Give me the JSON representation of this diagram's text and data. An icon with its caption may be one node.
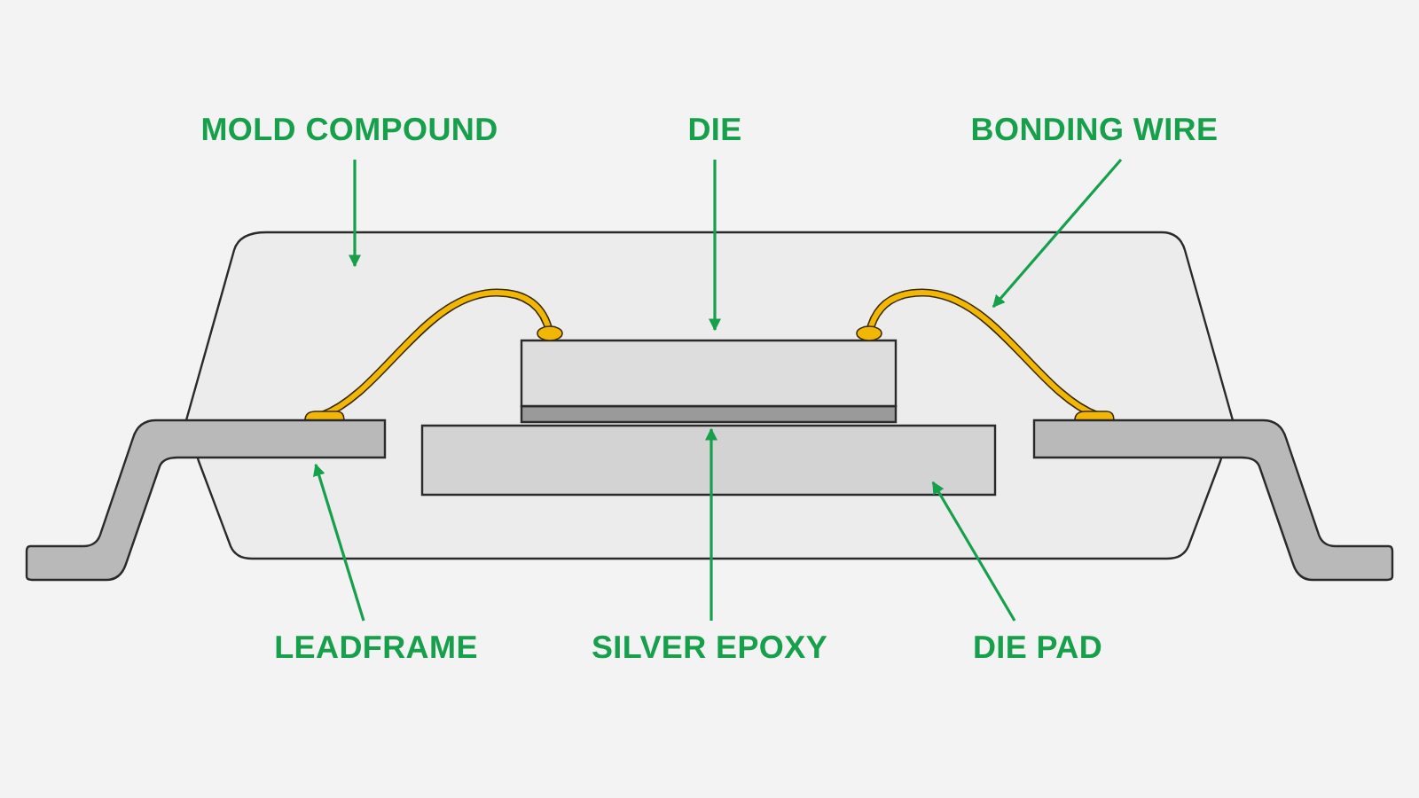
{
  "diagram": {
    "nodes": [
      {
        "text": [
          "MOLD COMPOUND"
        ]
      },
      {
        "text": [
          "DIE"
        ]
      },
      {
        "text": [
          "BONDING WIRE"
        ]
      },
      {
        "text": [
          "LEADFRAME"
        ]
      },
      {
        "text": [
          "SILVER EPOXY"
        ]
      },
      {
        "text": [
          "DIE PAD"
        ]
      },
      {
        "text": [],
        "shape": "box"
      },
      {
        "text": [],
        "shape": "box",
        "in": 6
      },
      {
        "text": [],
        "shape": "line",
        "in": 6
      },
      {
        "text": [],
        "shape": "bar"
      },
      {
        "text": [],
        "shape": "bar",
        "in": 6
      },
      {
        "text": [],
        "shape": "bar",
        "in": 6
      },
      {
        "text": [],
        "shape": "line",
        "in": 6
      },
      {
        "text": [],
        "shape": "bar"
      }
    ],
    "edges": [
      {
        "from": 0,
        "to": 6,
        "arrow": "to"
      },
      {
        "from": 1,
        "to": 7,
        "arrow": "to"
      },
      {
        "from": 2,
        "to": 12,
        "arrow": "to"
      },
      {
        "from": 3,
        "to": 9,
        "arrow": "to"
      },
      {
        "from": 4,
        "to": 10,
        "arrow": "to"
      },
      {
        "from": 5,
        "to": 11,
        "arrow": "to"
      }
    ]
  }
}
